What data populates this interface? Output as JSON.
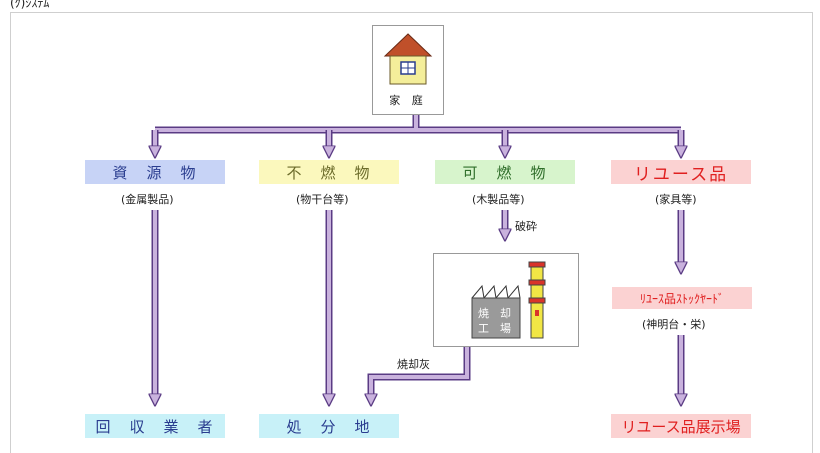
{
  "header": {
    "corner_text": "(ｸ)ｼｽﾃﾑ"
  },
  "house": {
    "label": "家 庭"
  },
  "categories": [
    {
      "id": "resources",
      "label": "資　源　物",
      "sub": "(金属製品)",
      "bg": "#c7d3f6",
      "color": "#2a3d8f"
    },
    {
      "id": "nonburnable",
      "label": "不　燃　物",
      "sub": "(物干台等)",
      "bg": "#fbf8bd",
      "color": "#6b6b2a"
    },
    {
      "id": "burnable",
      "label": "可　燃　物",
      "sub": "(木製品等)",
      "bg": "#d7f4cc",
      "color": "#2f6e2a"
    },
    {
      "id": "reuse",
      "label": "リユース品",
      "sub": "(家具等)",
      "bg": "#fbd2d2",
      "color": "#e02020"
    }
  ],
  "process": {
    "crush_label": "破砕",
    "incinerator_label_1": "焼　却",
    "incinerator_label_2": "工　場",
    "ash_label": "焼却灰"
  },
  "reuse_path": {
    "stock_yard": "ﾘﾕｰｽ品ｽﾄｯｸﾔｰﾄﾞ",
    "stock_yard_sub": "(神明台・栄)"
  },
  "destinations": [
    {
      "id": "collector",
      "label": "回　収　業　者",
      "bg": "#c8f1f8",
      "color": "#2a3d8f"
    },
    {
      "id": "disposal",
      "label": "処　分　地",
      "bg": "#c8f1f8",
      "color": "#2a3d8f"
    },
    {
      "id": "showroom",
      "label": "リユース品展示場",
      "bg": "#fbd2d2",
      "color": "#e02020"
    }
  ],
  "colors": {
    "arrow_fill": "#c9b2dd",
    "arrow_stroke": "#5a3b84"
  }
}
